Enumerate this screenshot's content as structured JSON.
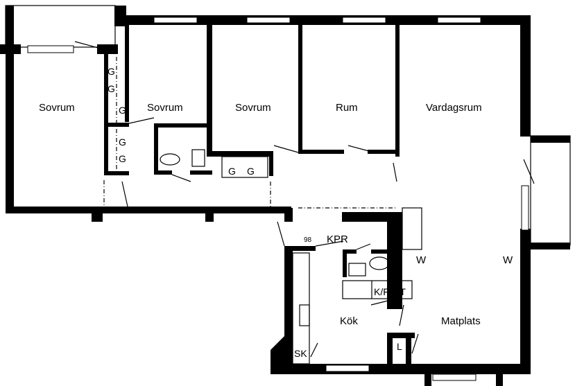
{
  "plan": {
    "rooms": {
      "sovrum_1": "Sovrum",
      "sovrum_2": "Sovrum",
      "sovrum_3": "Sovrum",
      "rum": "Rum",
      "vardagsrum": "Vardagsrum",
      "kok": "Kök",
      "matplats": "Matplats"
    },
    "fixtures": {
      "kpr": "KPR",
      "area_number": "98",
      "kf": "K/F",
      "st": "ST",
      "sk": "SK",
      "l": "L",
      "g": "G"
    },
    "colors": {
      "wall": "#000000",
      "background": "#ffffff"
    }
  }
}
